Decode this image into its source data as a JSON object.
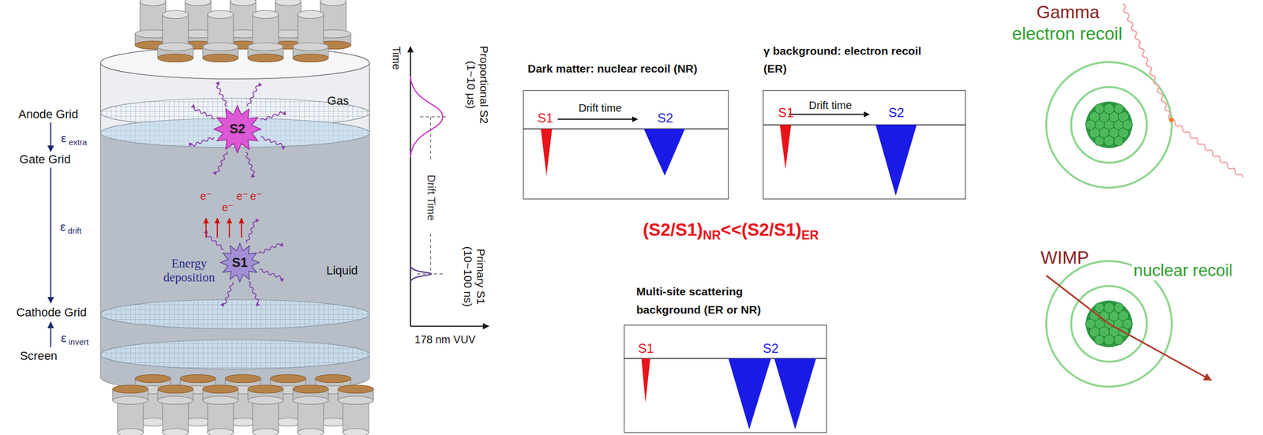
{
  "diagram": {
    "nodes": [
      {
        "text": [
          "S2"
        ]
      },
      {
        "text": [
          "S1"
        ]
      },
      {
        "text": [
          "Dark matter: nuclear recoil (NR)",
          "S1",
          "Drift time",
          "S2"
        ]
      },
      {
        "text": [
          "γ background: electron recoil (ER)",
          "S1",
          "Drift time",
          "S2"
        ]
      },
      {
        "text": [
          "Multi-site scattering background (ER or NR)",
          "S1",
          "S2"
        ]
      }
    ],
    "labels": [
      "Anode Grid",
      "ε extra",
      "Gate Grid",
      "ε drift",
      "Cathode Grid",
      "ε invert",
      "Screen",
      "Gas",
      "Liquid",
      "Energy deposition",
      "e⁻",
      "e⁻",
      "e⁻",
      "e⁻",
      "Time",
      "Drift Time",
      "Proportional S2 (1~10 μs)",
      "Primary S1 (10~100 ns)",
      "178 nm VUV",
      "(S2/S1)NR<<(S2/S1)ER",
      "Gamma",
      "electron recoil",
      "WIMP",
      "nuclear recoil"
    ]
  }
}
